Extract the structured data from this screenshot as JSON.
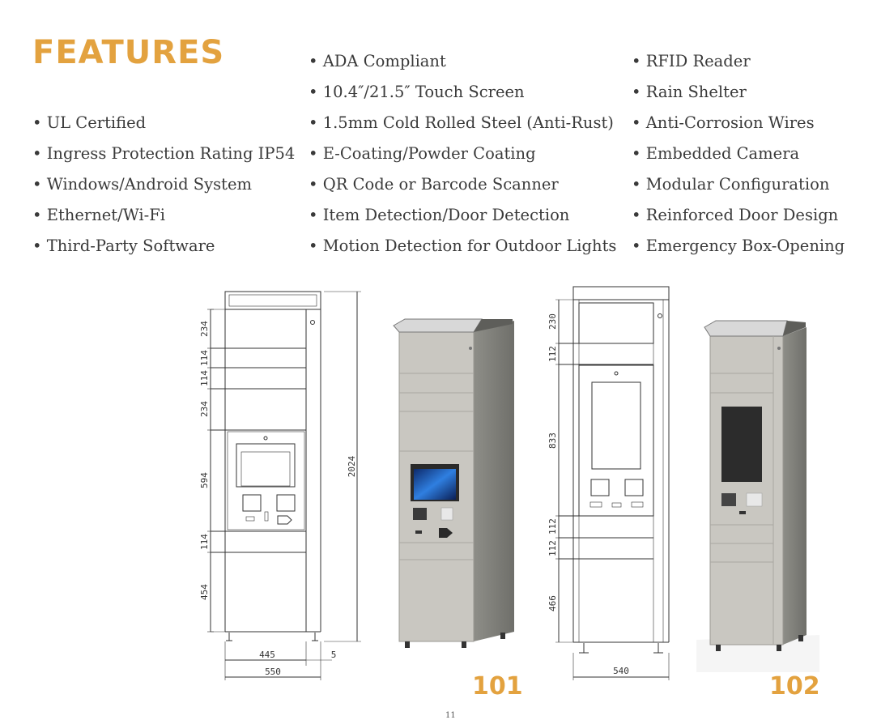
{
  "heading": "FEATURES",
  "accent_color": "#E3A23F",
  "features": {
    "col1": [
      "UL Certified",
      "Ingress Protection Rating IP54",
      "Windows/Android System",
      "Ethernet/Wi-Fi",
      "Third-Party Software"
    ],
    "col2": [
      "ADA Compliant",
      "10.4″/21.5″ Touch Screen",
      "1.5mm Cold Rolled Steel (Anti-Rust)",
      "E-Coating/Powder Coating",
      "QR Code or Barcode Scanner",
      "Item Detection/Door Detection",
      "Motion Detection for Outdoor Lights"
    ],
    "col3": [
      "RFID Reader",
      "Rain Shelter",
      "Anti-Corrosion Wires",
      "Embedded Camera",
      "Modular Configuration",
      "Reinforced Door Design",
      "Emergency Box-Opening"
    ]
  },
  "drawing101": {
    "heights": [
      "234",
      "114",
      "114",
      "234",
      "594",
      "114",
      "454"
    ],
    "total_height": "2024",
    "width_inner": "445",
    "width_gap": "5",
    "width_total": "550"
  },
  "drawing102": {
    "heights": [
      "230",
      "112",
      "833",
      "112",
      "112",
      "466"
    ],
    "width_total": "540"
  },
  "models": {
    "m101": "101",
    "m102": "102"
  },
  "page_number": "11"
}
